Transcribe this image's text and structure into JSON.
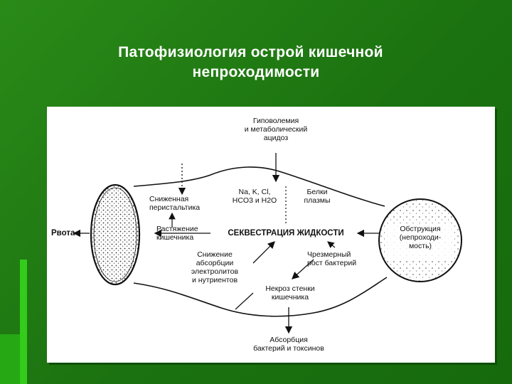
{
  "slide": {
    "title_line1": "Патофизиология острой кишечной",
    "title_line2": "непроходимости"
  },
  "diagram": {
    "hypovolemia": [
      "Гиповолемия",
      "и метаболический",
      "ацидоз"
    ],
    "electrolytes": [
      "Na, K, Cl,",
      "HCO3 и H2O"
    ],
    "proteins": [
      "Белки",
      "плазмы"
    ],
    "peristalsis": [
      "Сниженная",
      "перистальтика"
    ],
    "vomiting": "Рвота",
    "distension": [
      "Растяжение",
      "кишечника"
    ],
    "sequestration": "СЕКВЕСТРАЦИЯ ЖИДКОСТИ",
    "obstruction": [
      "Обструкция",
      "(непроходи-",
      "мость)"
    ],
    "absorption_reduced": [
      "Снижение",
      "абсорбции",
      "электролитов",
      "и нутриентов"
    ],
    "bacteria_growth": [
      "Чрезмерный",
      "рост бактерий"
    ],
    "necrosis": [
      "Некроз стенки",
      "кишечника"
    ],
    "absorption": [
      "Абсорбция",
      "бактерий и токсинов"
    ]
  }
}
